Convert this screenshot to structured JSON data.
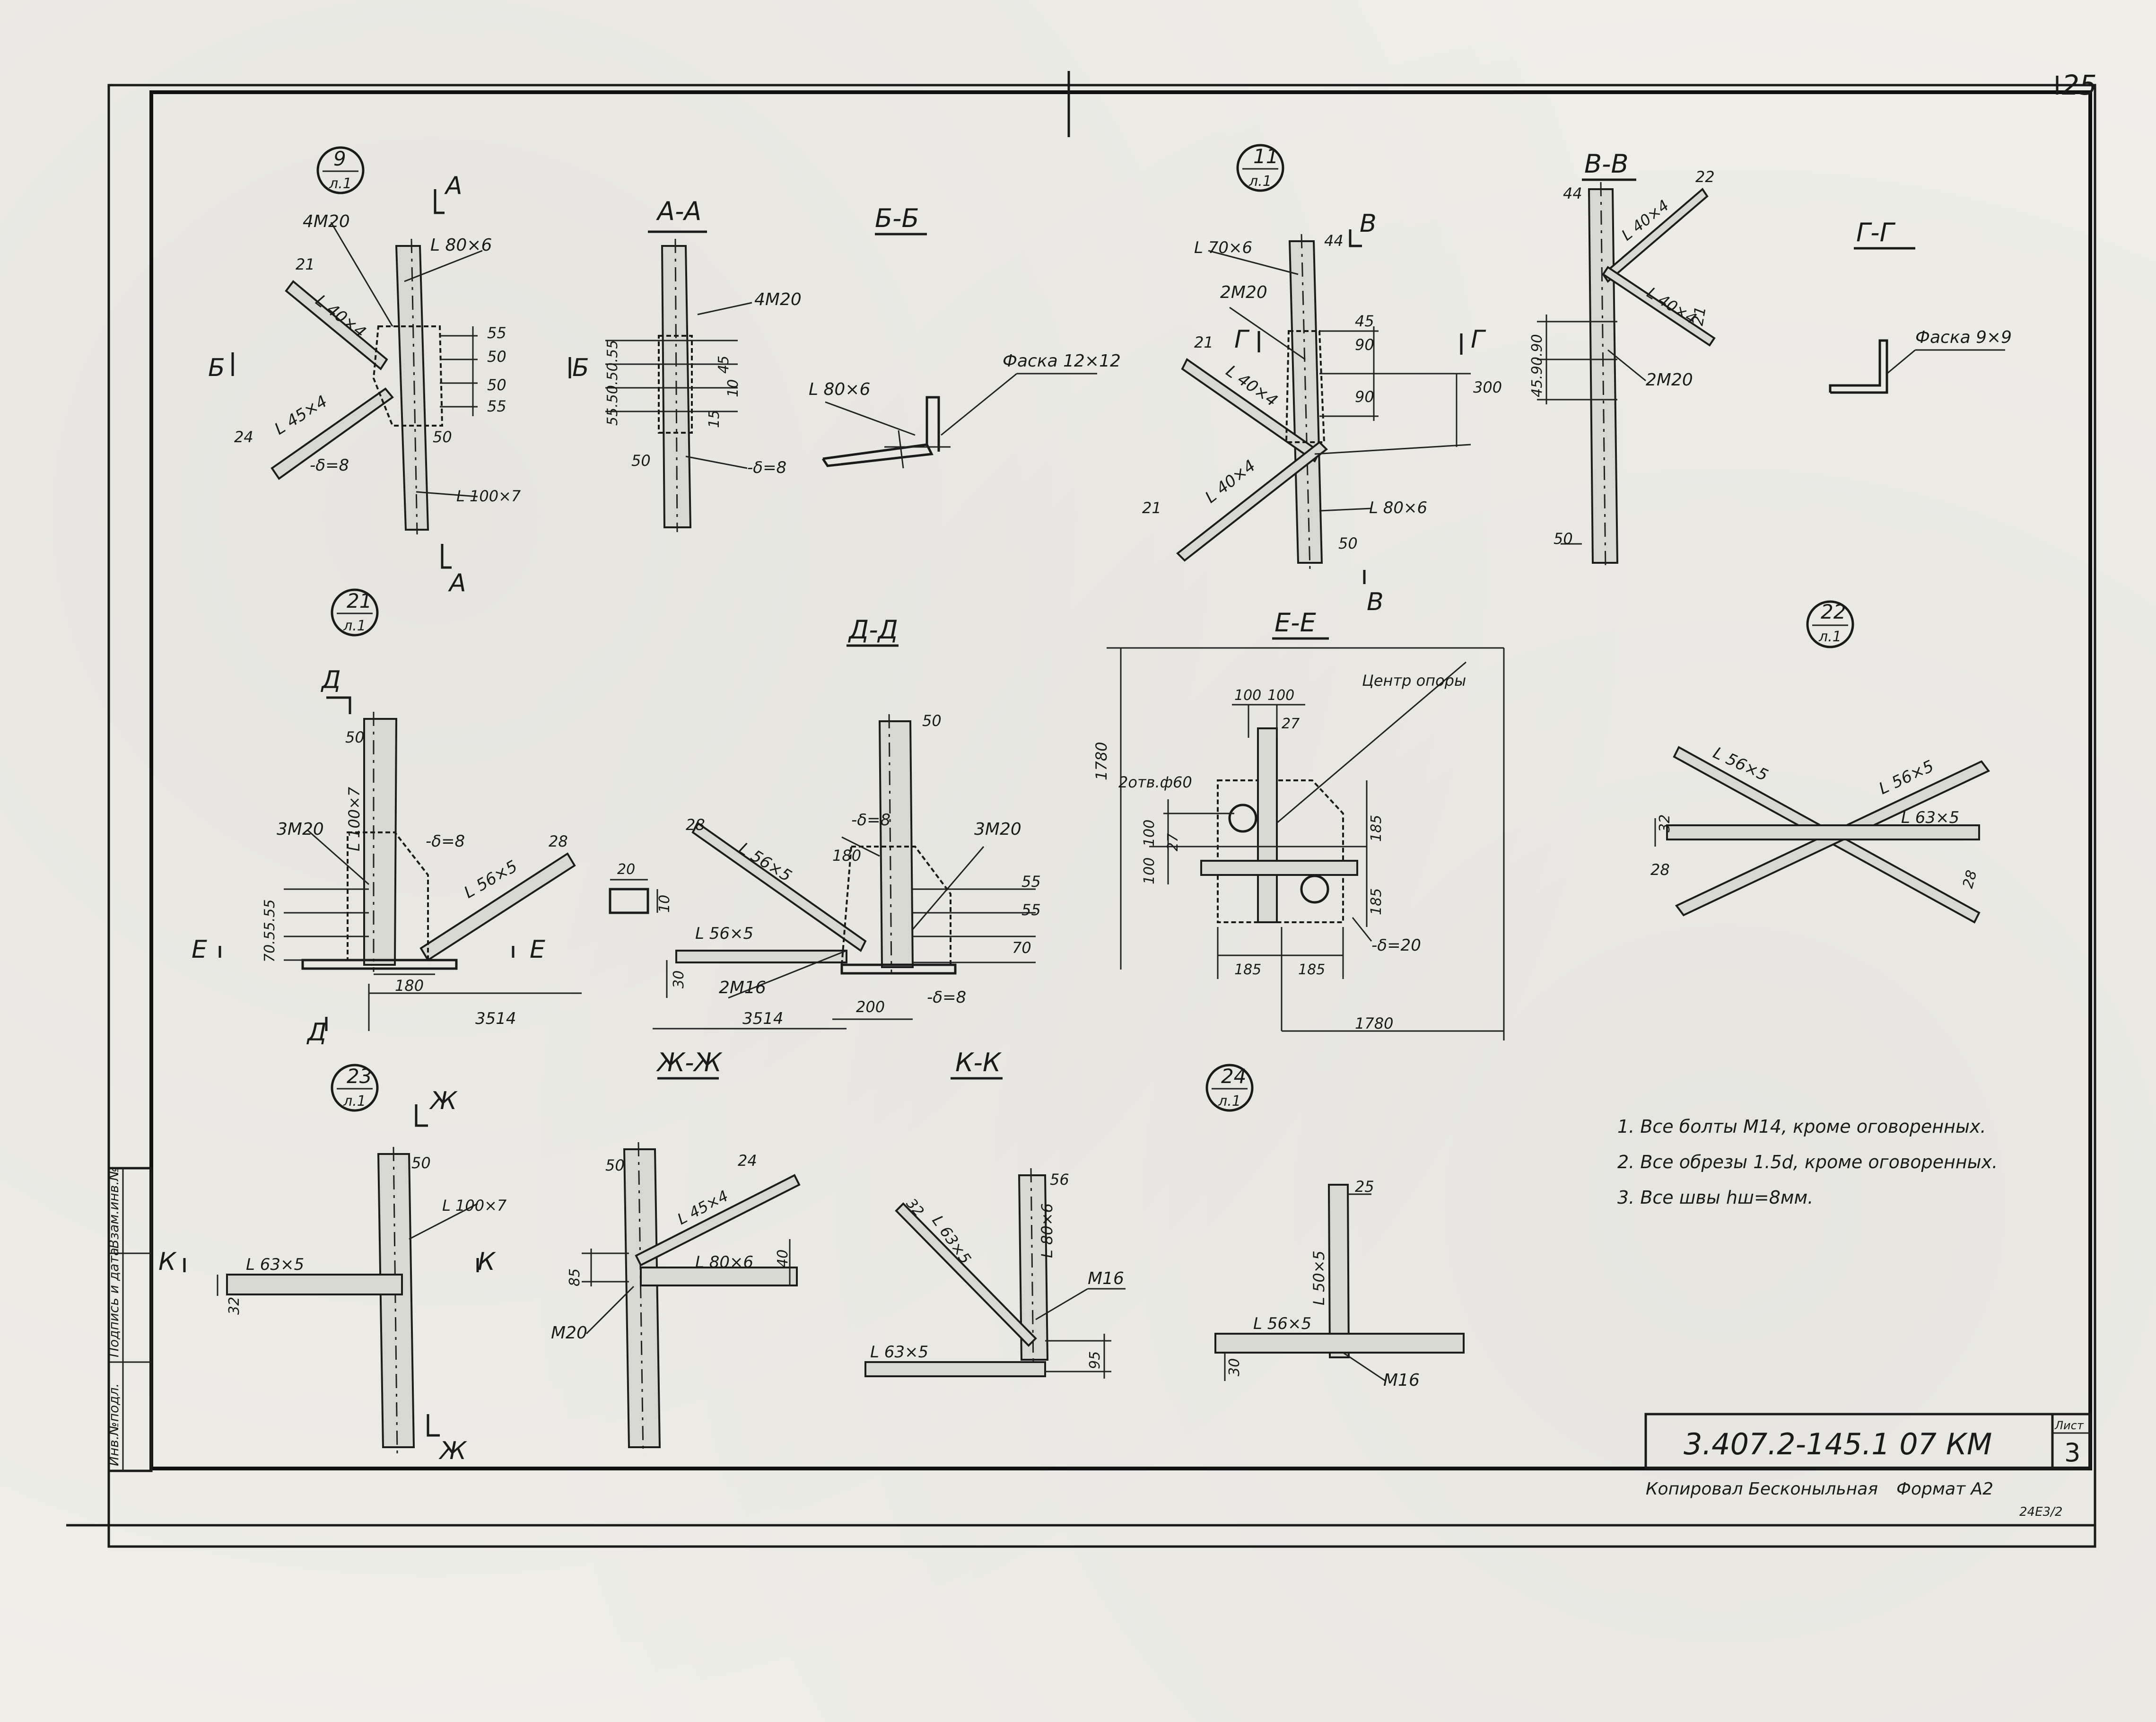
{
  "sheet": {
    "page_number": "25",
    "doc_code": "3.407.2-145.1  07 КМ",
    "sheet_label": "Лист",
    "sheet_no": "3",
    "copier": "Копировал  Бесконыльная",
    "format": "Формат  А2",
    "stamp": "24E3/2",
    "side_labels": [
      "Инв.№подл.",
      "Подпись и дата",
      "Взам.инв.№"
    ]
  },
  "notes": [
    "1. Все болты М14, кроме оговоренных.",
    "2. Все обрезы 1.5d, кроме оговоренных.",
    "3. Все швы hш=8мм."
  ],
  "nodes": {
    "n9": {
      "num": "9",
      "sheet": "л.1"
    },
    "n11": {
      "num": "11",
      "sheet": "л.1"
    },
    "n21": {
      "num": "21",
      "sheet": "л.1"
    },
    "n22": {
      "num": "22",
      "sheet": "л.1"
    },
    "n23": {
      "num": "23",
      "sheet": "л.1"
    },
    "n24": {
      "num": "24",
      "sheet": "л.1"
    }
  },
  "sections": {
    "aa": "А-А",
    "bb": "Б-Б",
    "vv": "В-В",
    "gg": "Г-Г",
    "dd": "Д-Д",
    "ee": "Е-Е",
    "zhzh": "Ж-Ж",
    "kk": "К-К"
  },
  "cut": {
    "a": "А",
    "b": "Б",
    "v": "В",
    "g": "Г",
    "d": "Д",
    "e": "Е",
    "zh": "Ж",
    "k": "К"
  },
  "labels": {
    "l80x6": "L 80×6",
    "l40x4": "L 40×4",
    "l45x4": "L 45×4",
    "l100x7": "L 100×7",
    "l70x6": "L 70×6",
    "l56x5": "L 56×5",
    "l63x5": "L 63×5",
    "l50x5": "L 50×5",
    "m20_4": "4М20",
    "m20_3": "3М20",
    "m20_2": "2М20",
    "m20": "М20",
    "m16_2": "2М16",
    "m16": "М16",
    "d8": "-δ=8",
    "d20": "-δ=20",
    "chamfer12": "Фаска 12×12",
    "chamfer9": "Фаска 9×9",
    "holes": "2отв.ф60",
    "center": "Центр опоры"
  },
  "dims": {
    "d21": "21",
    "d24": "24",
    "d22": "22",
    "d28": "28",
    "d32": "32",
    "d25": "25",
    "d30": "30",
    "d44": "44",
    "d45": "45",
    "d50": "50",
    "d55": "55",
    "d56": "56",
    "d70": "70",
    "d85": "85",
    "d90": "90",
    "d95": "95",
    "d100": "100",
    "d185": "185",
    "d180": "180",
    "d200": "200",
    "d300": "300",
    "d1780": "1780",
    "d3514": "3514",
    "d27": "27",
    "d20": "20",
    "d10": "10",
    "d40": "40",
    "d15": "15",
    "stack_aa": "55.50.50.55",
    "stack_vv": "45.90.90",
    "stack_21": "70.55.55"
  }
}
